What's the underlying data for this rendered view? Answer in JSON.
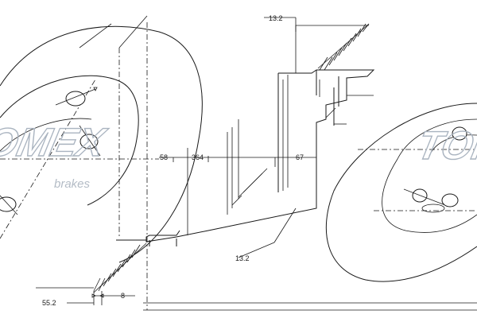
{
  "brand": {
    "name": "TOMEX",
    "tagline": "brakes"
  },
  "dimensions": {
    "overall_height": "13.2",
    "rim_height": "13.2",
    "bore": "58",
    "diameter": "364",
    "hat_diameter": "67",
    "thickness": "8",
    "min_thickness": "55.2"
  }
}
